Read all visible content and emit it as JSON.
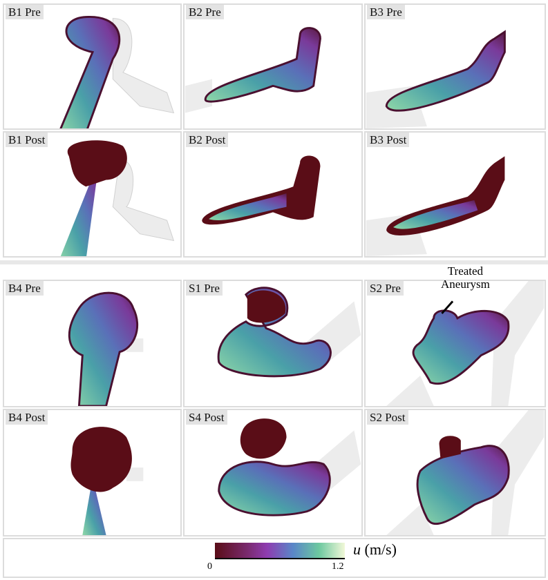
{
  "panels": [
    {
      "label": "B1 Pre"
    },
    {
      "label": "B2 Pre"
    },
    {
      "label": "B3 Pre"
    },
    {
      "label": "B1 Post"
    },
    {
      "label": "B2 Post"
    },
    {
      "label": "B3 Post"
    },
    {
      "label": "B4 Pre"
    },
    {
      "label": "S1 Pre"
    },
    {
      "label": "S2 Pre"
    },
    {
      "label": "B4 Post"
    },
    {
      "label": "S4 Post"
    },
    {
      "label": "S2 Post"
    }
  ],
  "annotation": {
    "line1": "Treated",
    "line2": "Aneurysm"
  },
  "colorbar": {
    "variable": "u",
    "unit": "(m/s)",
    "min": "0",
    "max": "1.2",
    "colors": [
      "#5a0d17",
      "#8e3cb0",
      "#5a86c8",
      "#6cc8a0",
      "#f2f8d8"
    ]
  }
}
